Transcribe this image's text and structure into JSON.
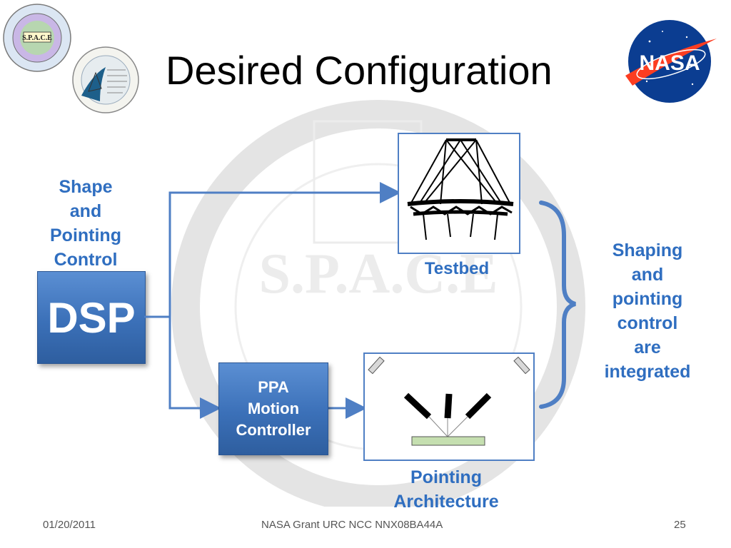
{
  "slide": {
    "title": "Desired Configuration",
    "watermark_text": "S.P.A.C.E",
    "left_label": [
      "Shape",
      "and",
      "Pointing",
      "Control"
    ],
    "dsp_label": "DSP",
    "ppa_label": [
      "PPA",
      "Motion",
      "Controller"
    ],
    "testbed_label": "Testbed",
    "pointing_label": [
      "Pointing",
      "Architecture"
    ],
    "right_label": [
      "Shaping",
      "and",
      "pointing",
      "control",
      "are",
      "integrated"
    ],
    "footer": {
      "date": "01/20/2011",
      "grant": "NASA Grant URC NCC NNX08BA44A",
      "page": "25"
    },
    "logos": {
      "space_seal_text": "S.P.A.C.E",
      "nasa_text": "NASA"
    },
    "colors": {
      "accent_blue": "#2f6ec0",
      "box_blue": "#3b70b8",
      "arrow_blue": "#4f7fc4",
      "nasa_blue": "#0b3d91",
      "nasa_red": "#fc3d21"
    }
  }
}
